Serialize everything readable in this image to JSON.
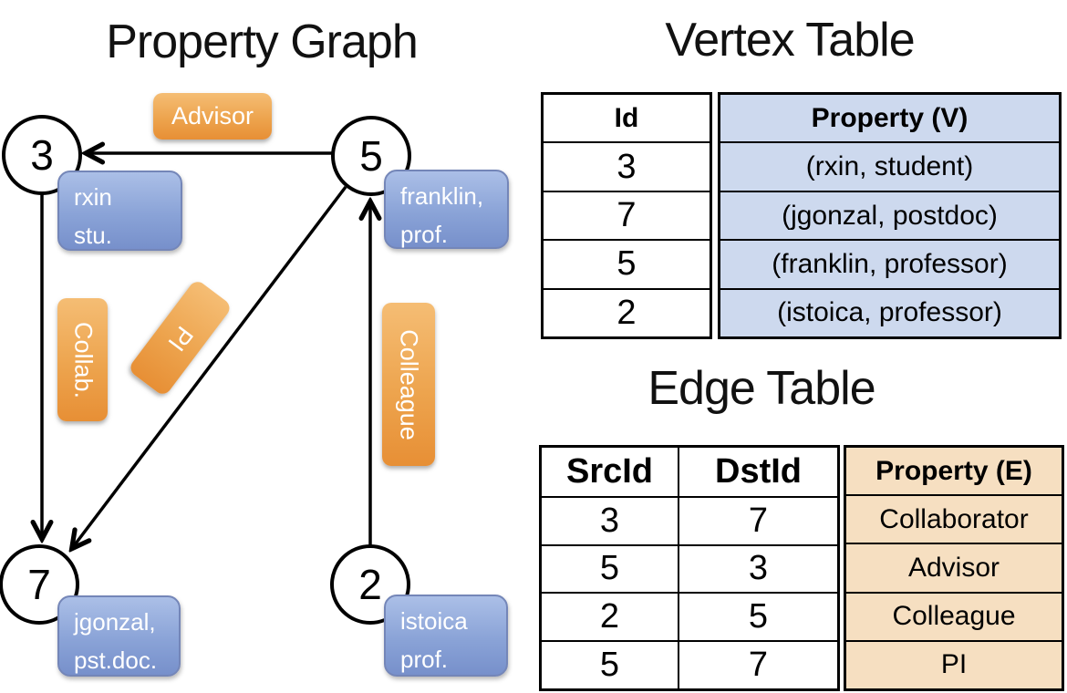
{
  "titles": {
    "graph": "Property Graph",
    "vertex_table": "Vertex Table",
    "edge_table": "Edge Table"
  },
  "colors": {
    "edge_label_orange": "#ED9F45",
    "vertex_box_blue": "#8AA3D7",
    "vertex_table_row_fill": "#CDD9EE",
    "edge_table_row_fill": "#F6DFC1",
    "line_black": "#000000"
  },
  "graph": {
    "nodes": [
      {
        "id": "3",
        "prop": [
          "rxin",
          "stu."
        ]
      },
      {
        "id": "5",
        "prop": [
          "franklin,",
          "prof."
        ]
      },
      {
        "id": "7",
        "prop": [
          "jgonzal,",
          "pst.doc."
        ]
      },
      {
        "id": "2",
        "prop": [
          "istoica",
          "prof."
        ]
      }
    ],
    "edge_labels": [
      {
        "label": "Advisor"
      },
      {
        "label": "Collab."
      },
      {
        "label": "PI"
      },
      {
        "label": "Colleague"
      }
    ]
  },
  "vertex_table": {
    "headers": [
      "Id",
      "Property (V)"
    ],
    "rows": [
      [
        "3",
        "(rxin, student)"
      ],
      [
        "7",
        "(jgonzal, postdoc)"
      ],
      [
        "5",
        "(franklin, professor)"
      ],
      [
        "2",
        "(istoica, professor)"
      ]
    ]
  },
  "edge_table": {
    "headers": [
      "SrcId",
      "DstId",
      "Property (E)"
    ],
    "rows": [
      [
        "3",
        "7",
        "Collaborator"
      ],
      [
        "5",
        "3",
        "Advisor"
      ],
      [
        "2",
        "5",
        "Colleague"
      ],
      [
        "5",
        "7",
        "PI"
      ]
    ]
  }
}
